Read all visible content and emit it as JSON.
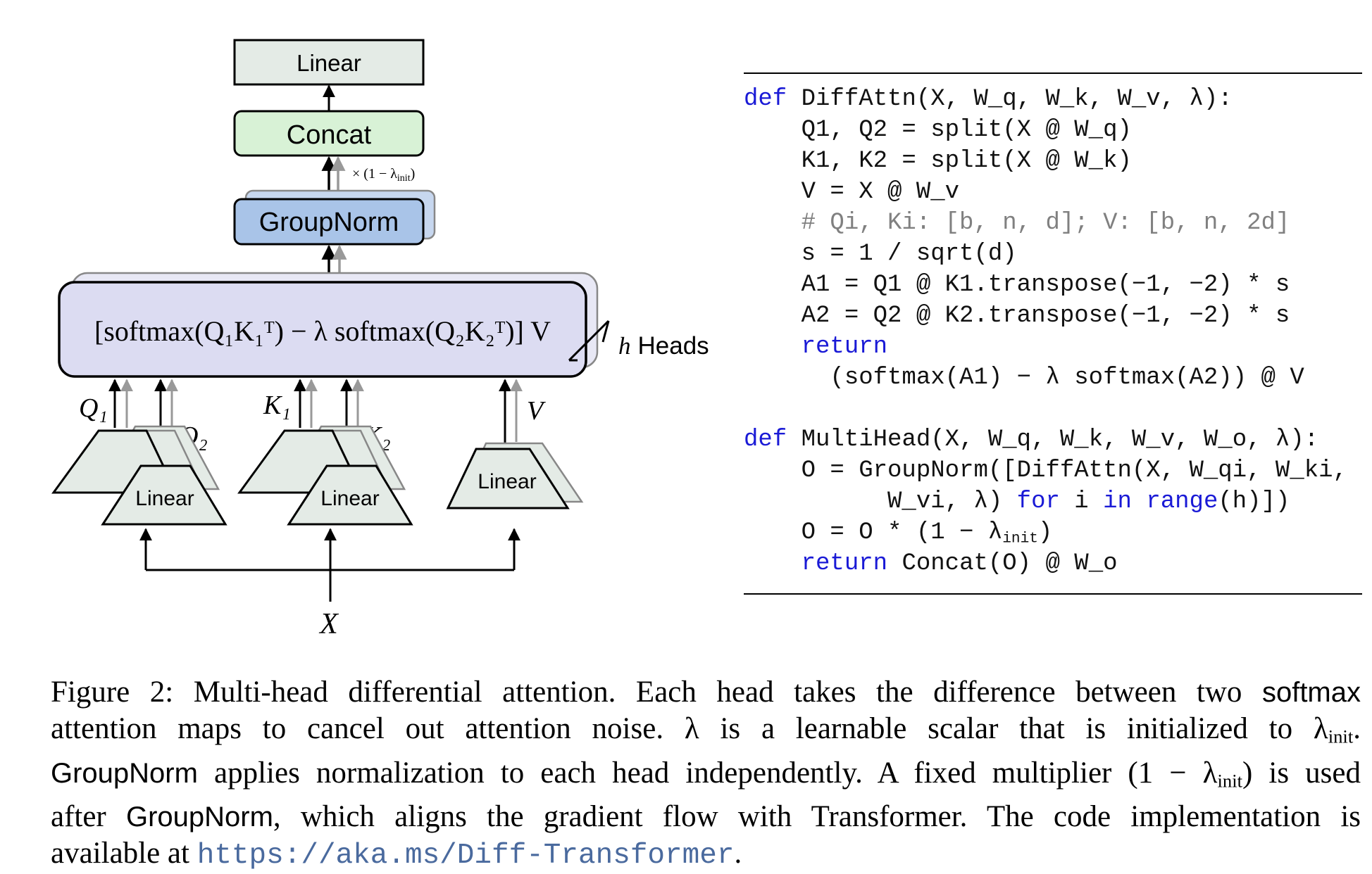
{
  "diagram": {
    "linear_top": "Linear",
    "concat": "Concat",
    "scale_label_prefix": "× (1 − λ",
    "scale_label_sub": "init",
    "scale_label_suffix": ")",
    "groupnorm": "GroupNorm",
    "attention_formula": "[softmax(Q₁K₁ᵀ) − λ softmax(Q₂K₂ᵀ)] V",
    "heads_var": "h",
    "heads_word": "Heads",
    "linear_q": "Linear",
    "linear_k": "Linear",
    "linear_v": "Linear",
    "label_q1": "Q₁",
    "label_q2": "Q₂",
    "label_k1": "K₁",
    "label_k2": "K₂",
    "label_v": "V",
    "label_x": "X",
    "colors": {
      "linear_fill": "#e4ebe6",
      "concat_fill": "#d8f2d6",
      "groupnorm_fill": "#a9c4e8",
      "groupnorm_shadow": "#c7d7ef",
      "attention_fill": "#dcdcf2",
      "attention_shadow": "#e8e8f5",
      "shadow_stroke": "#999999"
    }
  },
  "code": {
    "lines": [
      {
        "segs": [
          {
            "t": "def",
            "c": "kw"
          },
          {
            "t": " DiffAttn(X, W_q, W_k, W_v, λ):"
          }
        ]
      },
      {
        "segs": [
          {
            "t": "    Q1, Q2 = split(X @ W_q)"
          }
        ]
      },
      {
        "segs": [
          {
            "t": "    K1, K2 = split(X @ W_k)"
          }
        ]
      },
      {
        "segs": [
          {
            "t": "    V = X @ W_v"
          }
        ]
      },
      {
        "segs": [
          {
            "t": "    # Qi, Ki: [b, n, d]; V: [b, n, 2d]",
            "c": "cm"
          }
        ]
      },
      {
        "segs": [
          {
            "t": "    s = 1 / sqrt(d)"
          }
        ]
      },
      {
        "segs": [
          {
            "t": "    A1 = Q1 @ K1.transpose(−1, −2) * s"
          }
        ]
      },
      {
        "segs": [
          {
            "t": "    A2 = Q2 @ K2.transpose(−1, −2) * s"
          }
        ]
      },
      {
        "segs": [
          {
            "t": "    "
          },
          {
            "t": "return",
            "c": "kw"
          }
        ]
      },
      {
        "segs": [
          {
            "t": "      (softmax(A1) − λ softmax(A2)) @ V"
          }
        ]
      },
      {
        "segs": [
          {
            "t": ""
          }
        ]
      },
      {
        "segs": [
          {
            "t": "def",
            "c": "kw"
          },
          {
            "t": " MultiHead(X, W_q, W_k, W_v, W_o, λ):"
          }
        ]
      },
      {
        "segs": [
          {
            "t": "    O = GroupNorm([DiffAttn(X, W_qi, W_ki,"
          }
        ]
      },
      {
        "segs": [
          {
            "t": "          W_vi, λ) "
          },
          {
            "t": "for",
            "c": "kw"
          },
          {
            "t": " i "
          },
          {
            "t": "in",
            "c": "kw"
          },
          {
            "t": " "
          },
          {
            "t": "range",
            "c": "kw"
          },
          {
            "t": "(h)])"
          }
        ]
      },
      {
        "segs": [
          {
            "t": "    O = O * (1 − λ"
          },
          {
            "t": "init",
            "c": "sub"
          },
          {
            "t": ")"
          }
        ]
      },
      {
        "segs": [
          {
            "t": "    "
          },
          {
            "t": "return",
            "c": "kw"
          },
          {
            "t": " Concat(O) @ W_o"
          }
        ]
      }
    ]
  },
  "caption": {
    "lines": [
      [
        {
          "t": "Figure 2: Multi-head differential attention. Each head takes the difference between two "
        },
        {
          "t": "softmax",
          "c": "cap-sf"
        }
      ],
      [
        {
          "t": "attention maps to cancel out attention noise.  λ is a learnable scalar that is initialized to λ"
        },
        {
          "t": "init",
          "c": "sub"
        },
        {
          "t": "."
        }
      ],
      [
        {
          "t": "GroupNorm",
          "c": "cap-sf"
        },
        {
          "t": " applies normalization to each head independently. A fixed multiplier (1 − λ"
        },
        {
          "t": "init",
          "c": "sub"
        },
        {
          "t": ") is used"
        }
      ],
      [
        {
          "t": "after "
        },
        {
          "t": "GroupNorm",
          "c": "cap-sf"
        },
        {
          "t": ", which aligns the gradient flow with Transformer. The code implementation is"
        }
      ],
      [
        {
          "t": "available at "
        },
        {
          "t": "https://aka.ms/Diff-Transformer",
          "c": "cap-mono"
        },
        {
          "t": "."
        }
      ]
    ]
  }
}
